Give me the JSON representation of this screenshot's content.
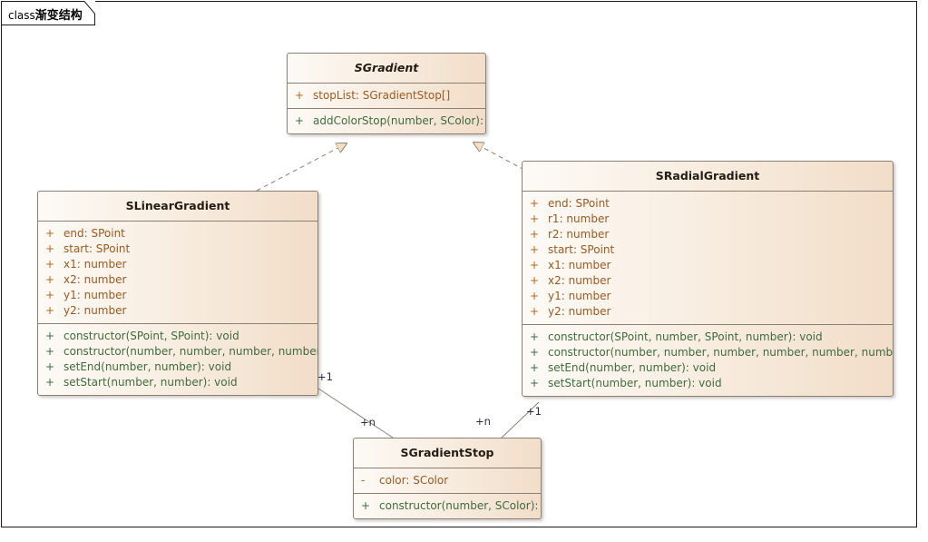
{
  "frame": {
    "tab_keyword": "class",
    "tab_title": "渐变结构"
  },
  "colors": {
    "box_border": "#8a8076",
    "box_fill_left": "#fdfaf6",
    "box_fill_right": "#f2ddc8",
    "attribute_text": "#9a5a22",
    "method_text": "#3f6b3f",
    "class_name_text": "#241c14",
    "connector_line": "#8a8076",
    "multiplicity_text": "#2b2b4d",
    "arrow_fill": "#f6e0c3",
    "frame_border": "#1a1a1a"
  },
  "classes": {
    "sgradient": {
      "name": "SGradient",
      "abstract": true,
      "attributes": [
        {
          "visibility": "+",
          "signature": "stopList: SGradientStop[]"
        }
      ],
      "methods": [
        {
          "visibility": "+",
          "signature": "addColorStop(number, SColor): void"
        }
      ]
    },
    "slineargradient": {
      "name": "SLinearGradient",
      "abstract": false,
      "attributes": [
        {
          "visibility": "+",
          "signature": "end: SPoint"
        },
        {
          "visibility": "+",
          "signature": "start: SPoint"
        },
        {
          "visibility": "+",
          "signature": "x1: number"
        },
        {
          "visibility": "+",
          "signature": "x2: number"
        },
        {
          "visibility": "+",
          "signature": "y1: number"
        },
        {
          "visibility": "+",
          "signature": "y2: number"
        }
      ],
      "methods": [
        {
          "visibility": "+",
          "signature": "constructor(SPoint, SPoint): void"
        },
        {
          "visibility": "+",
          "signature": "constructor(number, number, number, number): void"
        },
        {
          "visibility": "+",
          "signature": "setEnd(number, number): void"
        },
        {
          "visibility": "+",
          "signature": "setStart(number, number): void"
        }
      ]
    },
    "sradialgradient": {
      "name": "SRadialGradient",
      "abstract": false,
      "attributes": [
        {
          "visibility": "+",
          "signature": "end: SPoint"
        },
        {
          "visibility": "+",
          "signature": "r1: number"
        },
        {
          "visibility": "+",
          "signature": "r2: number"
        },
        {
          "visibility": "+",
          "signature": "start: SPoint"
        },
        {
          "visibility": "+",
          "signature": "x1: number"
        },
        {
          "visibility": "+",
          "signature": "x2: number"
        },
        {
          "visibility": "+",
          "signature": "y1: number"
        },
        {
          "visibility": "+",
          "signature": "y2: number"
        }
      ],
      "methods": [
        {
          "visibility": "+",
          "signature": "constructor(SPoint, number, SPoint, number): void"
        },
        {
          "visibility": "+",
          "signature": "constructor(number, number, number, number, number, number): void"
        },
        {
          "visibility": "+",
          "signature": "setEnd(number, number): void"
        },
        {
          "visibility": "+",
          "signature": "setStart(number, number): void"
        }
      ]
    },
    "sgradientstop": {
      "name": "SGradientStop",
      "abstract": false,
      "attributes": [
        {
          "visibility": "-",
          "signature": "color: SColor"
        }
      ],
      "methods": [
        {
          "visibility": "+",
          "signature": "constructor(number, SColor): void"
        }
      ]
    }
  },
  "relations": {
    "linear_generalization": {
      "type": "realization",
      "from": "SLinearGradient",
      "to": "SGradient"
    },
    "radial_generalization": {
      "type": "realization",
      "from": "SRadialGradient",
      "to": "SGradient"
    },
    "linear_to_stop": {
      "type": "association",
      "from": "SLinearGradient",
      "to": "SGradientStop",
      "source_multiplicity": "+1",
      "target_multiplicity": "+n"
    },
    "radial_to_stop": {
      "type": "association",
      "from": "SRadialGradient",
      "to": "SGradientStop",
      "source_multiplicity": "+1",
      "target_multiplicity": "+n"
    }
  }
}
